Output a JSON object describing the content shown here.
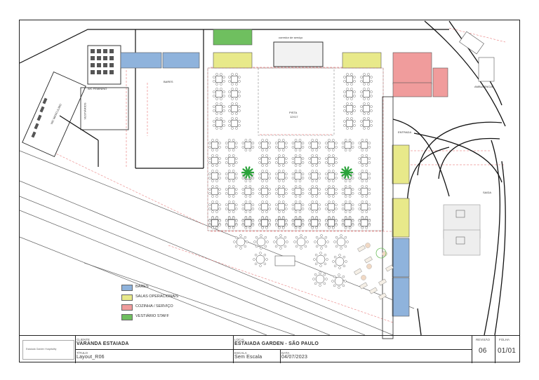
{
  "colors": {
    "bares": "#8fb3dc",
    "salas": "#e8e98a",
    "cozinha": "#f09c9c",
    "vestiario": "#6fbf5f",
    "tree": "#2aa33a",
    "red_dim": "#e04848"
  },
  "legend": [
    {
      "key": "bares",
      "label": "BARES"
    },
    {
      "key": "salas",
      "label": "SALAS OPERACIONAIS"
    },
    {
      "key": "cozinha",
      "label": "COZINHA / SERVIÇO"
    },
    {
      "key": "vestiario",
      "label": "VESTIÁRIO STAFF"
    }
  ],
  "plan_labels": {
    "bares": "BARES",
    "pista": "PISTA",
    "pista_sub": "12X17",
    "entrada": "ENTRADA",
    "saida": "SAIDA",
    "ambulancia": "AMBULÂNCIA",
    "corredor": "corredor de serviço",
    "wc_feminino": "WC FEMININO",
    "wc_masculino": "WC MASCULINO",
    "vestiarios": "VESTIÁRIOS"
  },
  "title_block": {
    "logo_text": "Estaiada Garden Hospitality",
    "cliente_label": "CLIENTE",
    "cliente": "VARANDA ESTAIADA",
    "titulo_label": "TÍTULO",
    "titulo": "Layout_R06",
    "local_label": "LOCAL",
    "local": "ESTAIADA GARDEN - SÃO PAULO",
    "escala_label": "ESCALA",
    "escala": "Sem Escala",
    "data_label": "DATA",
    "data": "04/07/2023",
    "revisao_label": "REVISÃO",
    "revisao": "06",
    "folha_label": "FOLHA",
    "folha": "01/01"
  }
}
